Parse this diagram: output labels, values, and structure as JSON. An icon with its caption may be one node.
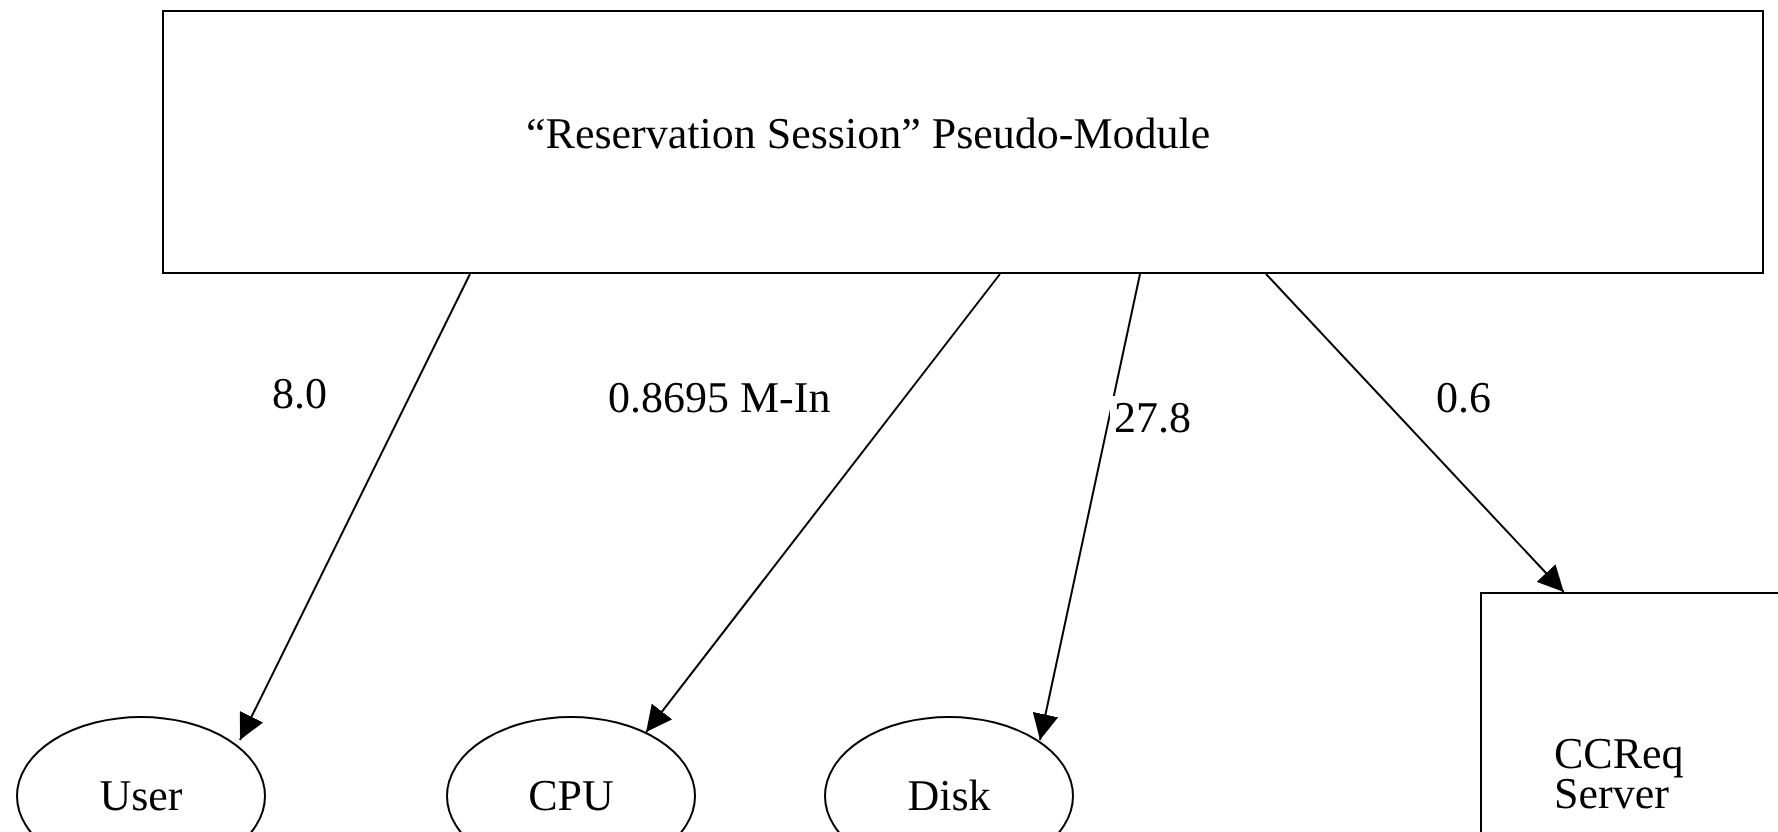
{
  "diagram": {
    "nodes": [
      {
        "text": [
          "“Reservation Session” Pseudo-Module"
        ]
      },
      {
        "text": [
          "User"
        ]
      },
      {
        "text": [
          "CPU"
        ]
      },
      {
        "text": [
          "Disk"
        ]
      },
      {
        "text": [
          "CCReq Server"
        ]
      }
    ],
    "edges": [
      {
        "from": 0,
        "to": 1,
        "arrow": "to",
        "label": "8.0"
      },
      {
        "from": 0,
        "to": 2,
        "arrow": "to",
        "label": "0.8695 M-In"
      },
      {
        "from": 0,
        "to": 3,
        "arrow": "to",
        "label": "27.8"
      },
      {
        "from": 0,
        "to": 4,
        "arrow": "to",
        "label": "0.6"
      }
    ]
  }
}
